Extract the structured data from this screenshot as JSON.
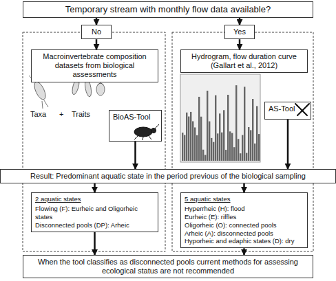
{
  "diagram": {
    "nodes": [
      {
        "text": [
          "Temporary stream with monthly flow data available?"
        ]
      },
      {
        "text": [
          "No"
        ]
      },
      {
        "text": [
          "Yes"
        ]
      },
      {
        "text": [
          "Macroinvertebrate composition datasets from biological assessments"
        ]
      },
      {
        "text": [
          "Hydrogram, flow duration curve (Gallart et al., 2012)"
        ]
      },
      {
        "text": [
          "BioAS-Tool"
        ]
      },
      {
        "text": [
          "AS-Tool"
        ]
      },
      {
        "text": [
          "Result: Predominant aquatic state in the period previous of the biological sampling"
        ]
      },
      {
        "text": [
          "2 aquatic states",
          "Flowing (F): Eurheic and Oligorheic states",
          "Disconnected pools (DP): Arheic"
        ]
      },
      {
        "text": [
          "5 aquatic states",
          "Hyperrheic (H): flood",
          "Eurheic (E): riffles",
          "Oligorheic (O): connected pools",
          "Arheic (A): disconnected pools",
          "Hyporheic and edaphic states (D): dry"
        ]
      },
      {
        "text": [
          "When the tool classifies as disconnected pools current methods for assessing ecological status are not recommended"
        ]
      }
    ],
    "edges": [
      {
        "from": 0,
        "to": 1,
        "arrow": "to"
      },
      {
        "from": 0,
        "to": 2,
        "arrow": "to"
      },
      {
        "from": 1,
        "to": 3,
        "arrow": "to"
      },
      {
        "from": 2,
        "to": 4,
        "arrow": "to"
      },
      {
        "from": 5,
        "to": 7,
        "arrow": "to"
      },
      {
        "from": 6,
        "to": 7,
        "arrow": "to"
      },
      {
        "from": 7,
        "to": 8,
        "arrow": "to"
      },
      {
        "from": 7,
        "to": 9,
        "arrow": "to"
      },
      {
        "from": 8,
        "to": 10,
        "arrow": "to"
      },
      {
        "from": 9,
        "to": 10,
        "arrow": "to"
      }
    ],
    "labels": [
      "Taxa",
      "+",
      "Traits"
    ]
  }
}
